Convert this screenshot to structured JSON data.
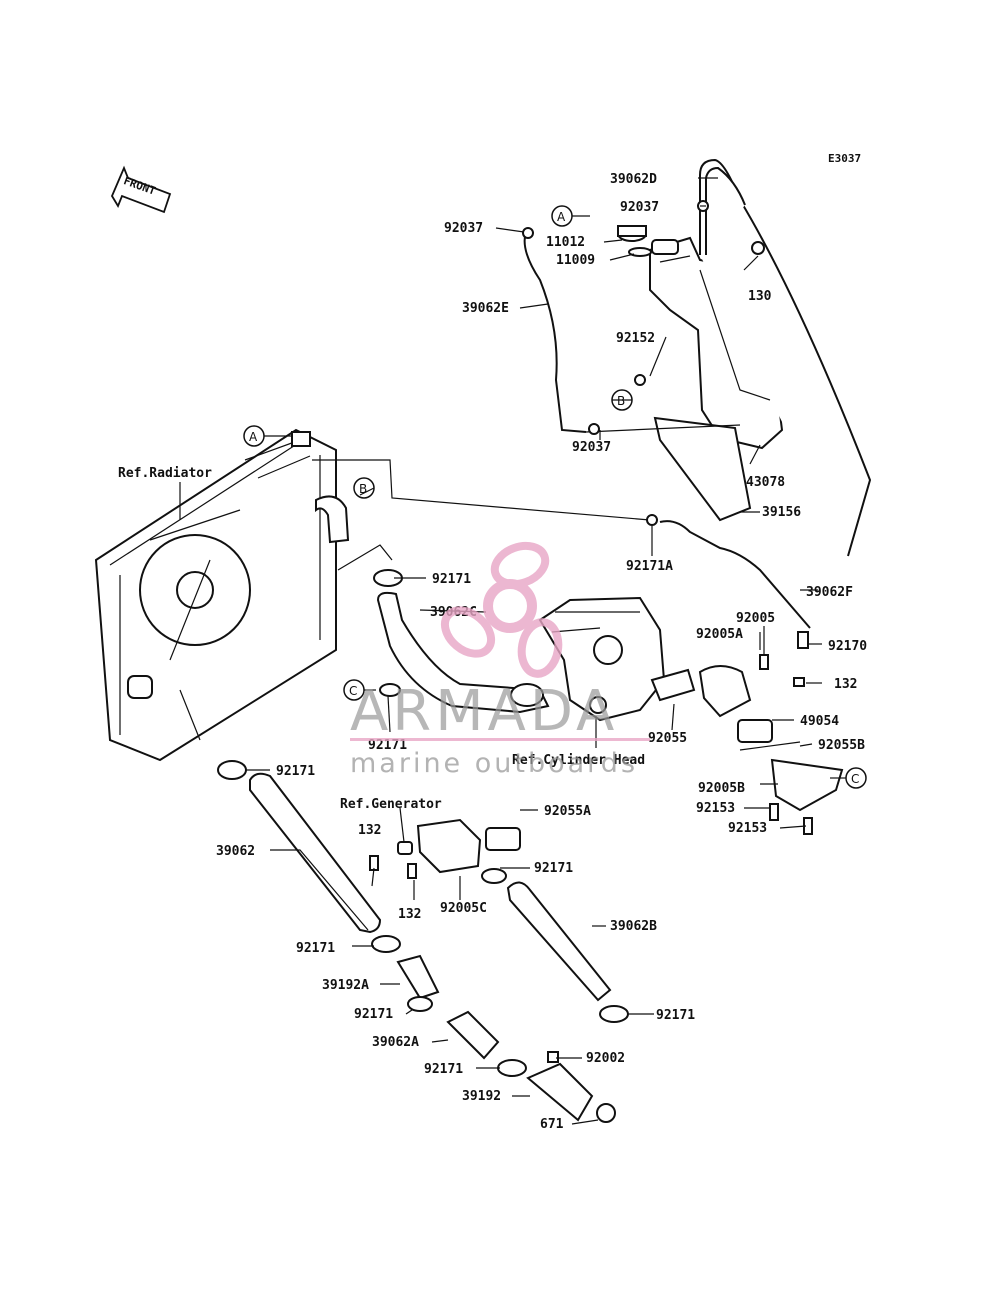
{
  "diagram_code": "E3037",
  "front_label": "FRONT",
  "refs": {
    "radiator": "Ref.Radiator",
    "cylinder_head": "Ref.Cylinder Head",
    "generator": "Ref.Generator"
  },
  "callouts": {
    "a": "A",
    "b": "B",
    "c": "C"
  },
  "watermark": {
    "brand": "ARMADA",
    "tagline": "marine outboards",
    "logo_color": "#e8a6c6",
    "text_color": "#9a9a9a"
  },
  "parts": {
    "p39062D": "39062D",
    "p92037_top": "92037",
    "p92037_left": "92037",
    "p11012": "11012",
    "p11009": "11009",
    "p130": "130",
    "p39062E": "39062E",
    "p92152": "92152",
    "p92037_bottom": "92037",
    "p43078": "43078",
    "p39156": "39156",
    "p92171A": "92171A",
    "p39062F": "39062F",
    "p92171_a": "92171",
    "p39062C": "39062C",
    "p92005": "92005",
    "p92005A": "92005A",
    "p92170": "92170",
    "p132_a": "132",
    "p49054": "49054",
    "p92055": "92055",
    "p92055B": "92055B",
    "p92171_b": "92171",
    "p92171_c": "92171",
    "p92005B": "92005B",
    "p92153_a": "92153",
    "p92153_b": "92153",
    "p92055A": "92055A",
    "p39062": "39062",
    "p132_b": "132",
    "p132_c": "132",
    "p92171_d": "92171",
    "p92005C": "92005C",
    "p39062B": "39062B",
    "p92171_e": "92171",
    "p39192A": "39192A",
    "p92171_f": "92171",
    "p39062A": "39062A",
    "p92171_g": "92171",
    "p92002": "92002",
    "p39192": "39192",
    "p671": "671"
  }
}
